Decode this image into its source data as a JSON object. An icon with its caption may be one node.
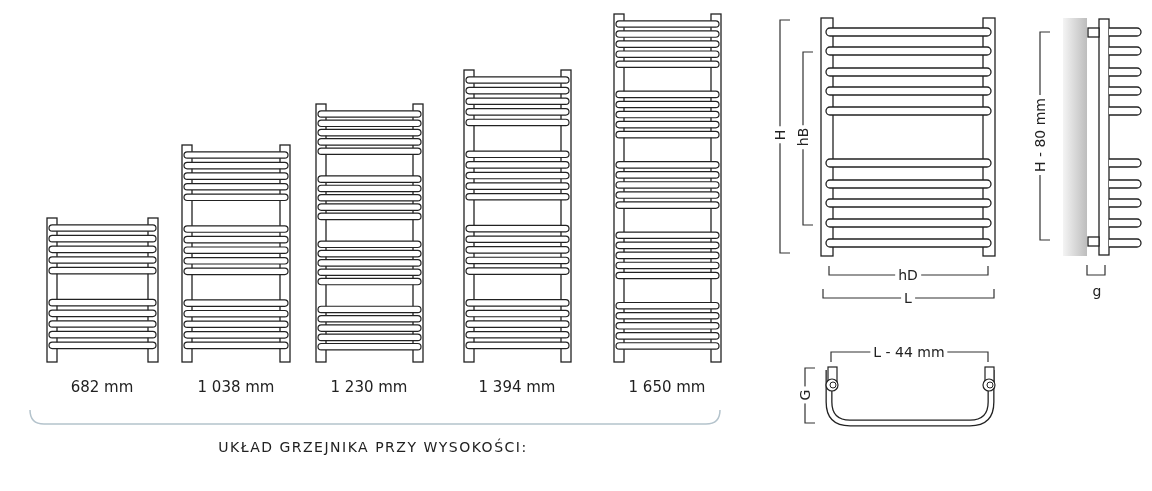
{
  "diagram": {
    "caption": "UKŁAD GRZEJNIKA PRZY WYSOKOŚCI:",
    "labels": [
      "682 mm",
      "1 038 mm",
      "1 230 mm",
      "1 394 mm",
      "1 650 mm",
      "H",
      "hB",
      "hD",
      "L",
      "H - 80 mm",
      "g",
      "L - 44 mm",
      "G"
    ]
  }
}
